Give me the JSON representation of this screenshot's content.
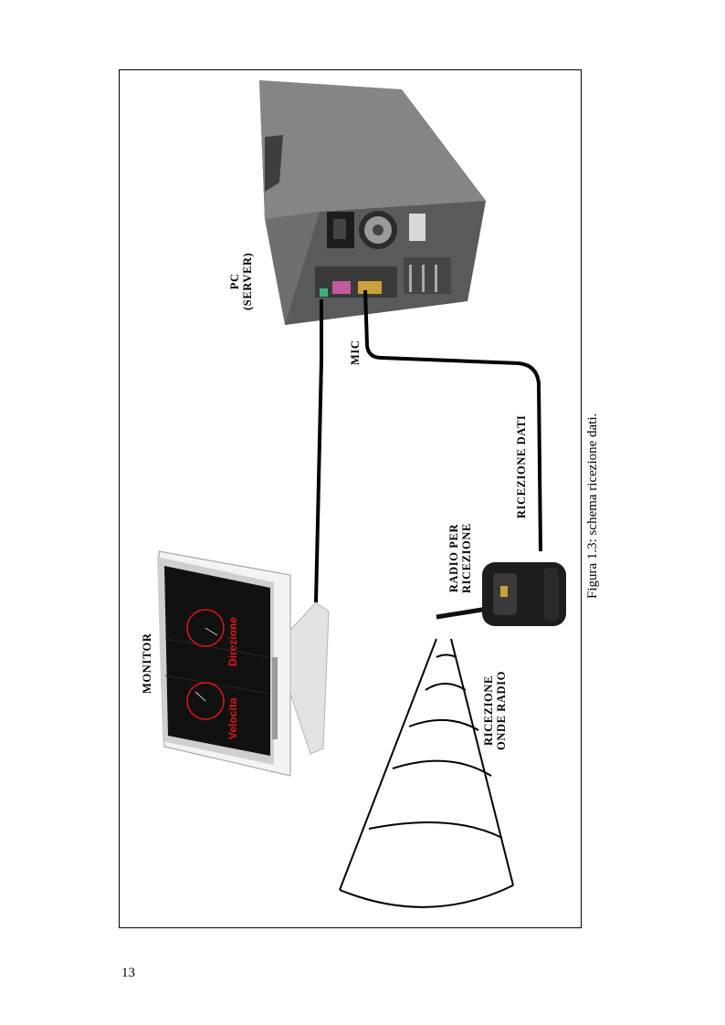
{
  "labels": {
    "pc_line1": "PC",
    "pc_line2": "(SERVER)",
    "mic": "MIC",
    "ricezione_dati": "RICEZIONE DATI",
    "radio_line1": "RADIO PER",
    "radio_line2": "RICEZIONE",
    "onde_line1": "RICEZIONE",
    "onde_line2": "ONDE RADIO",
    "monitor": "MONITOR",
    "velocita": "Velocita",
    "direzione": "Direzione"
  },
  "caption": "Figura 1.3: schema ricezione dati.",
  "page_number": "13",
  "colors": {
    "pc_body": "#6f6f70",
    "screen_red": "#e21515",
    "cable": "#000000"
  }
}
